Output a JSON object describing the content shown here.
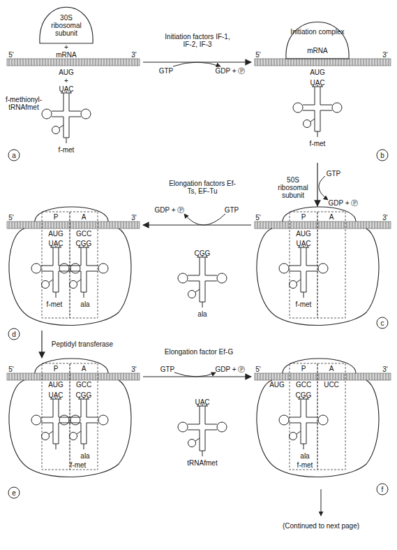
{
  "diagram": {
    "nodes": [
      {
        "text": [
          "30S ribosomal subunit"
        ]
      },
      {
        "text": [
          "Initiation complex"
        ]
      },
      {
        "text": [
          "P",
          "A"
        ]
      },
      {
        "text": [
          "P",
          "A"
        ]
      },
      {
        "text": [
          "P",
          "A"
        ]
      },
      {
        "text": [
          "P",
          "A"
        ]
      }
    ],
    "edges": [
      {
        "from": 0,
        "to": 1,
        "arrow": "to",
        "label": "Initiation factors IF-1, IF-2, IF-3"
      },
      {
        "from": 1,
        "to": 2,
        "arrow": "to"
      },
      {
        "from": 2,
        "to": 3,
        "arrow": "to",
        "label": "Elongation factors Ef-Ts, EF-Tu"
      },
      {
        "from": 3,
        "to": 4,
        "arrow": "to",
        "label": "Peptidyl transferase"
      },
      {
        "from": 4,
        "to": 5,
        "arrow": "to",
        "label": "Elongation factor Ef-G"
      }
    ],
    "labels": [
      "+",
      "5'",
      "mRNA",
      "3'",
      "AUG",
      "+",
      "UAC",
      "f-methionyl- tRNAfmet",
      "f-met",
      "a",
      "GTP",
      "GDP + Ⓟ",
      "mRNA",
      "5'",
      "3'",
      "AUG",
      "UAC",
      "f-met",
      "b",
      "GTP",
      "50S ribosomal subunit",
      "GDP + Ⓟ",
      "5'",
      "3'",
      "AUG",
      "UAC",
      "f-met",
      "c",
      "GTP",
      "GDP + Ⓟ",
      "CGG",
      "ala",
      "5'",
      "3'",
      "AUG",
      "GCC",
      "UAC",
      "CGG",
      "f-met",
      "ala",
      "d",
      "5'",
      "3'",
      "AUG",
      "GCC",
      "UAC",
      "CGG",
      "ala",
      "f-met",
      "e",
      "GTP",
      "GDP + Ⓟ",
      "UAC",
      "tRNAfmet",
      "5'",
      "3'",
      "AUG",
      "GCC",
      "UCC",
      "CGG",
      "ala",
      "f-met",
      "f",
      "(Continued to next page)"
    ]
  }
}
